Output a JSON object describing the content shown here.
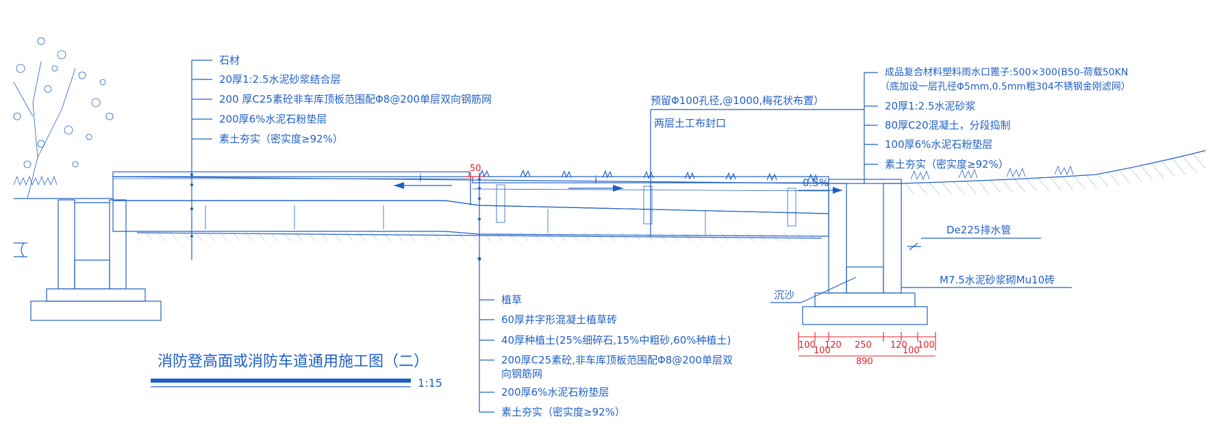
{
  "title": "消防登高面或消防车道通用施工图（二）",
  "scale": "1:15",
  "left_layers": [
    "石材",
    "20厚1:2.5水泥砂浆结合层",
    "200 厚C25素砼非车库顶板范围配Φ8@200单层双向钢筋网",
    "200厚6%水泥石粉垫层",
    "素土夯实（密实度≥92%）"
  ],
  "bottom_layers": [
    "植草",
    "60厚井字形混凝土植草砖",
    "40厚种植土(25%细碎石,15%中粗砂,60%种植土)",
    "200厚C25素砼,非车库顶板范围配Φ8@200单层双",
    "向钢筋网",
    "200厚6%水泥石粉垫层",
    "素土夯实（密实度≥92%）"
  ],
  "right_layers": [
    "成品复合材料塑料雨水口篦子:500×300(B50-荷载50KN",
    "（底加设一层孔径Φ5mm,0.5mm粗304不锈钢金刚滤网）",
    "20厚1:2.5水泥砂浆",
    "80厚C20混凝土，分段捣制",
    "100厚6%水泥石粉垫层",
    "素土夯实（密实度≥92%）"
  ],
  "middle_notes": {
    "hole": "预留Φ100孔径,@1000,梅花状布置）",
    "seal": "两层土工布封口"
  },
  "slope_left": "i",
  "slope_right": "i",
  "slope_pct": "0.5%",
  "dim_top": "50",
  "pipe": "De225排水管",
  "brick": "M7.5水泥砂浆砌Mu10砖",
  "silt": "沉沙",
  "dims_row1": [
    "100",
    "120",
    "250",
    "120",
    "100"
  ],
  "dims_row2": [
    "100",
    "100"
  ],
  "dim_total": "890",
  "colors": {
    "line": "#1f5fc4",
    "dim": "#e0202a"
  }
}
